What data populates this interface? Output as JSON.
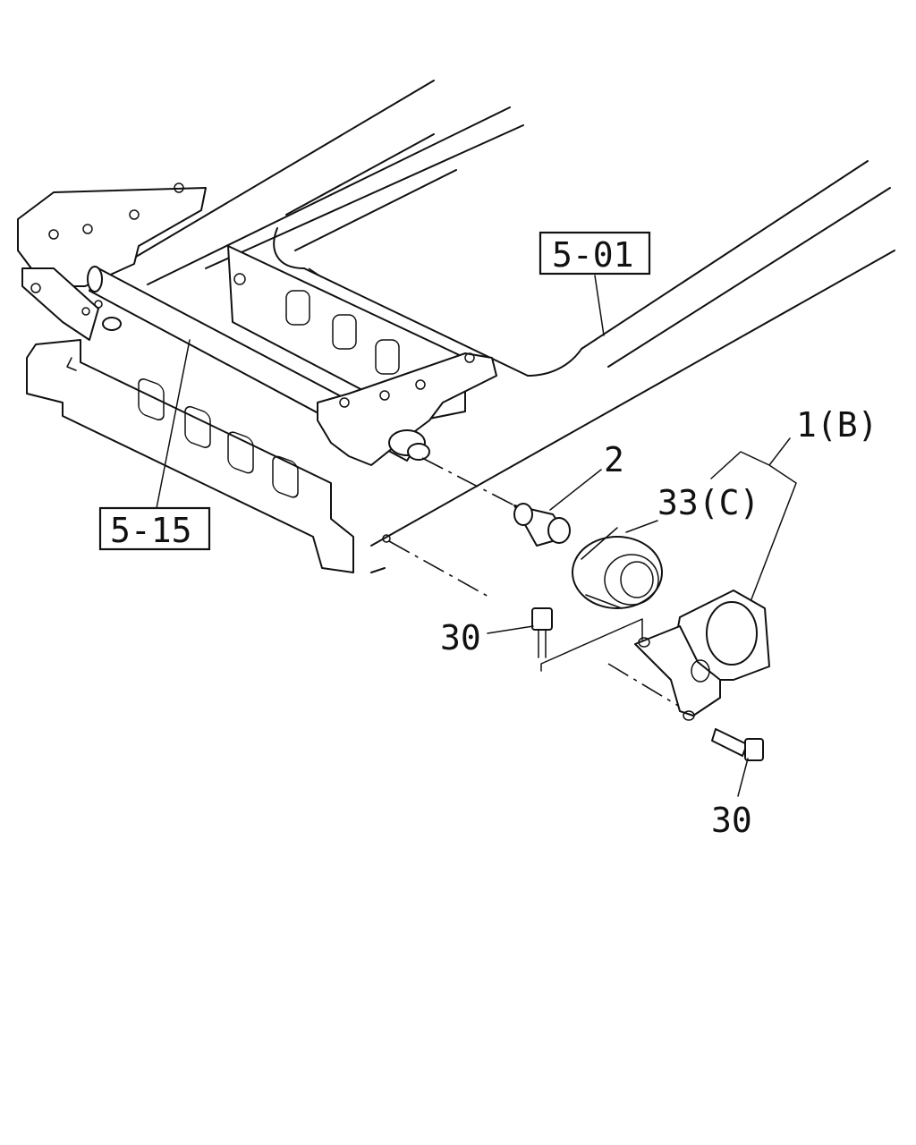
{
  "callouts": {
    "frame_ref": "5-01",
    "crossmember_ref": "5-15",
    "bushing_2": "2",
    "mount_1b": "1(B)",
    "insulator_33c": "33(C)",
    "bolt_top": "30",
    "bolt_bottom": "30"
  },
  "colors": {
    "ink": "#111111",
    "paper": "#ffffff"
  }
}
